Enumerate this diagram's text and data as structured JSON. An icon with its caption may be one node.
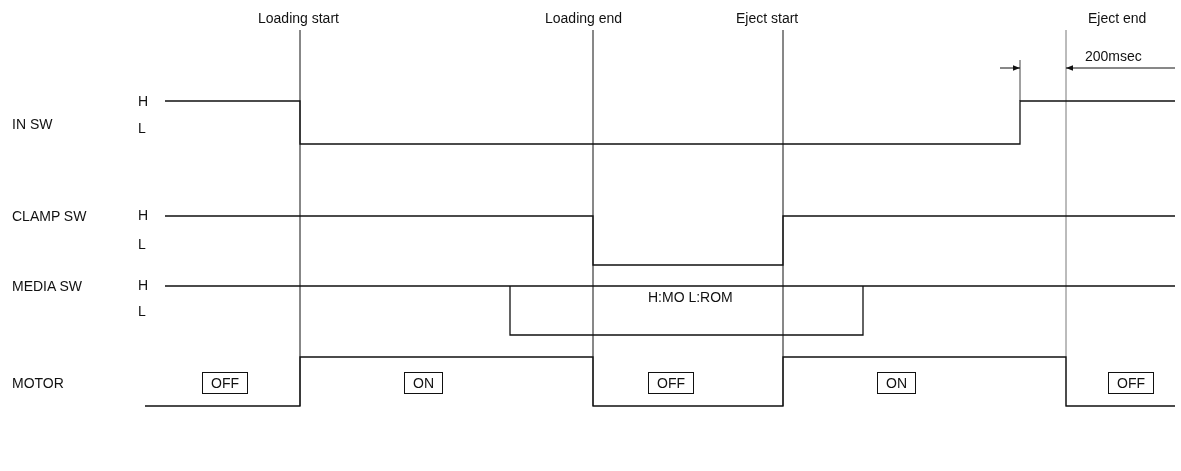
{
  "diagram": {
    "nodes": [
      {
        "text": [
          "OFF"
        ]
      },
      {
        "text": [
          "ON"
        ]
      },
      {
        "text": [
          "OFF"
        ]
      },
      {
        "text": [
          "ON"
        ]
      },
      {
        "text": [
          "OFF"
        ]
      }
    ],
    "labels": [
      "Loading start",
      "Loading end",
      "Eject start",
      "Eject end",
      "200msec",
      "IN SW",
      "H",
      "L",
      "CLAMP SW",
      "H",
      "L",
      "MEDIA SW",
      "H",
      "L",
      "H:MO L:ROM",
      "MOTOR"
    ]
  }
}
